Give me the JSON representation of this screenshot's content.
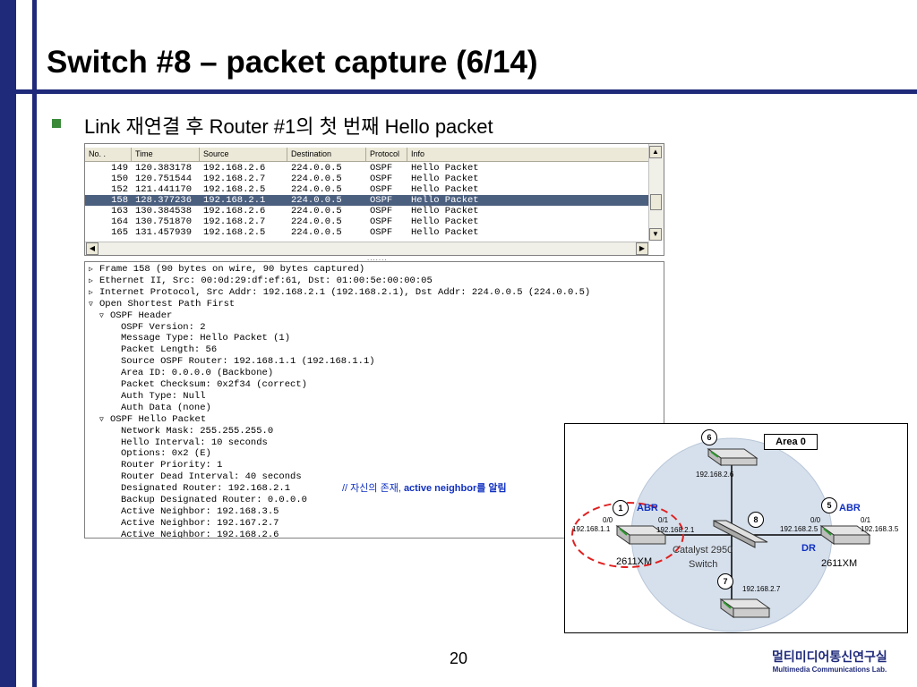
{
  "slide": {
    "title": "Switch #8 – packet capture (6/14)",
    "bullet": "Link 재연결 후 Router #1의 첫 번째 Hello packet",
    "page_number": "20",
    "lab_name_ko": "멀티미디어통신연구실",
    "lab_name_en": "Multimedia Communications Lab."
  },
  "packet_list": {
    "columns": [
      "No. .",
      "Time",
      "Source",
      "Destination",
      "Protocol",
      "Info"
    ],
    "rows": [
      {
        "no": "149",
        "time": "120.383178",
        "src": "192.168.2.6",
        "dst": "224.0.0.5",
        "proto": "OSPF",
        "info": "Hello Packet",
        "selected": false
      },
      {
        "no": "150",
        "time": "120.751544",
        "src": "192.168.2.7",
        "dst": "224.0.0.5",
        "proto": "OSPF",
        "info": "Hello Packet",
        "selected": false
      },
      {
        "no": "152",
        "time": "121.441170",
        "src": "192.168.2.5",
        "dst": "224.0.0.5",
        "proto": "OSPF",
        "info": "Hello Packet",
        "selected": false
      },
      {
        "no": "158",
        "time": "128.377236",
        "src": "192.168.2.1",
        "dst": "224.0.0.5",
        "proto": "OSPF",
        "info": "Hello Packet",
        "selected": true
      },
      {
        "no": "163",
        "time": "130.384538",
        "src": "192.168.2.6",
        "dst": "224.0.0.5",
        "proto": "OSPF",
        "info": "Hello Packet",
        "selected": false
      },
      {
        "no": "164",
        "time": "130.751870",
        "src": "192.168.2.7",
        "dst": "224.0.0.5",
        "proto": "OSPF",
        "info": "Hello Packet",
        "selected": false
      },
      {
        "no": "165",
        "time": "131.457939",
        "src": "192.168.2.5",
        "dst": "224.0.0.5",
        "proto": "OSPF",
        "info": "Hello Packet",
        "selected": false
      }
    ]
  },
  "details": {
    "lines": [
      {
        "indent": 0,
        "tri": "▷",
        "text": "Frame 158 (90 bytes on wire, 90 bytes captured)"
      },
      {
        "indent": 0,
        "tri": "▷",
        "text": "Ethernet II, Src: 00:0d:29:df:ef:61, Dst: 01:00:5e:00:00:05"
      },
      {
        "indent": 0,
        "tri": "▷",
        "text": "Internet Protocol, Src Addr: 192.168.2.1 (192.168.2.1), Dst Addr: 224.0.0.5 (224.0.0.5)"
      },
      {
        "indent": 0,
        "tri": "▽",
        "text": "Open Shortest Path First"
      },
      {
        "indent": 1,
        "tri": "▽",
        "text": "OSPF Header"
      },
      {
        "indent": 2,
        "tri": "",
        "text": "OSPF Version: 2"
      },
      {
        "indent": 2,
        "tri": "",
        "text": "Message Type: Hello Packet (1)"
      },
      {
        "indent": 2,
        "tri": "",
        "text": "Packet Length: 56"
      },
      {
        "indent": 2,
        "tri": "",
        "text": "Source OSPF Router: 192.168.1.1 (192.168.1.1)"
      },
      {
        "indent": 2,
        "tri": "",
        "text": "Area ID: 0.0.0.0 (Backbone)"
      },
      {
        "indent": 2,
        "tri": "",
        "text": "Packet Checksum: 0x2f34 (correct)"
      },
      {
        "indent": 2,
        "tri": "",
        "text": "Auth Type: Null"
      },
      {
        "indent": 2,
        "tri": "",
        "text": "Auth Data (none)"
      },
      {
        "indent": 1,
        "tri": "▽",
        "text": "OSPF Hello Packet"
      },
      {
        "indent": 2,
        "tri": "",
        "text": "Network Mask: 255.255.255.0"
      },
      {
        "indent": 2,
        "tri": "",
        "text": "Hello Interval: 10 seconds"
      },
      {
        "indent": 2,
        "tri": "",
        "text": "Options: 0x2 (E)"
      },
      {
        "indent": 2,
        "tri": "",
        "text": "Router Priority: 1"
      },
      {
        "indent": 2,
        "tri": "",
        "text": "Router Dead Interval: 40 seconds"
      },
      {
        "indent": 2,
        "tri": "",
        "text": "Designated Router: 192.168.2.1"
      },
      {
        "indent": 2,
        "tri": "",
        "text": "Backup Designated Router: 0.0.0.0"
      },
      {
        "indent": 2,
        "tri": "",
        "text": "Active Neighbor: 192.168.3.5"
      },
      {
        "indent": 2,
        "tri": "",
        "text": "Active Neighbor: 192.167.2.7"
      },
      {
        "indent": 2,
        "tri": "",
        "text": "Active Neighbor: 192.168.2.6"
      }
    ]
  },
  "annotation": {
    "prefix": "// 자신의 존재, ",
    "bold": "active neighbor",
    "suffix": "를 알림"
  },
  "diagram": {
    "area_label": "Area 0",
    "nodes": {
      "n6": {
        "num": "6",
        "ip": "192.168.2.6"
      },
      "n1": {
        "num": "1",
        "role": "ABR",
        "if0": "0/0",
        "if1": "0/1",
        "ip_left": "192.168.1.1",
        "ip_right": "192.168.2.1",
        "model": "2611XM"
      },
      "n5": {
        "num": "5",
        "role": "ABR",
        "if0": "0/0",
        "if1": "0/1",
        "ip_left": "192.168.2.5",
        "ip_right": "192.168.3.5",
        "model": "2611XM",
        "dr": "DR"
      },
      "n8": {
        "num": "8",
        "label_line1": "Catalyst 2950",
        "label_line2": "Switch"
      },
      "n7": {
        "num": "7",
        "ip": "192.168.2.7"
      }
    },
    "colors": {
      "area_fill": "#d6e0ec",
      "highlight": "#e02020",
      "router_green": "#2c9a2c"
    }
  }
}
